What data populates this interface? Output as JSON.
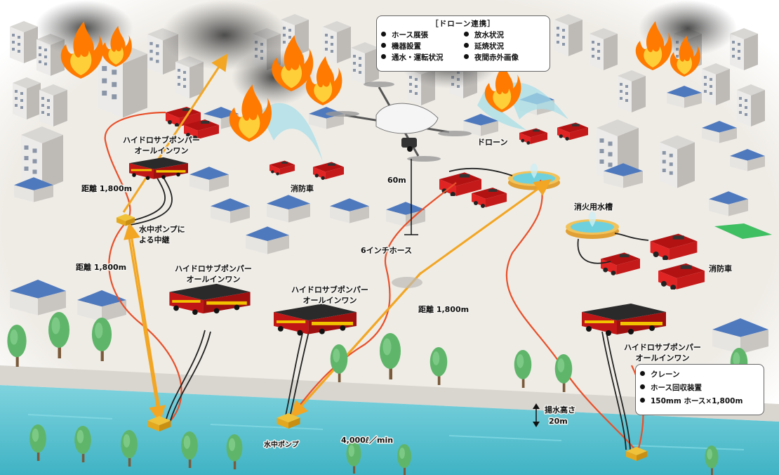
{
  "drone_panel": {
    "title": "［ドローン連携］",
    "left_items": [
      "ホース展張",
      "機器設置",
      "通水・運転状況"
    ],
    "right_items": [
      "放水状況",
      "延焼状況",
      "夜間赤外画像"
    ]
  },
  "truck_panel": {
    "items": [
      "クレーン",
      "ホース回収装置",
      "150mm ホース×1,800m"
    ]
  },
  "labels": {
    "pumper_top": [
      "ハイドロサブポンパー",
      "オールインワン"
    ],
    "pumper_mid_left": [
      "ハイドロサブポンパー",
      "オールインワン"
    ],
    "pumper_center": [
      "ハイドロサブポンパー",
      "オールインワン"
    ],
    "pumper_right": [
      "ハイドロサブポンパー",
      "オールインワン"
    ],
    "fire_engine_1": "消防車",
    "fire_engine_2": "消防車",
    "drone": "ドローン",
    "altitude": "60m",
    "hose": "6インチホース",
    "relay": [
      "水中ポンプに",
      "よる中継"
    ],
    "distance_1": "距離 1,800m",
    "distance_2": "距離 1,800m",
    "distance_3": "距離 1,800m",
    "water_tank": "消火用水槽",
    "submersible_pump": "水中ポンプ",
    "flow_rate": "4,000ℓ／min",
    "lift_height": [
      "揚水高さ",
      "20m"
    ]
  },
  "colors": {
    "link_arrow": "#f2a623",
    "hose": "#e8502a",
    "fire_engine": "#d81e1e",
    "river": "#57c2d0",
    "roof": "#4f79bd",
    "fire": "#ff7a00"
  }
}
